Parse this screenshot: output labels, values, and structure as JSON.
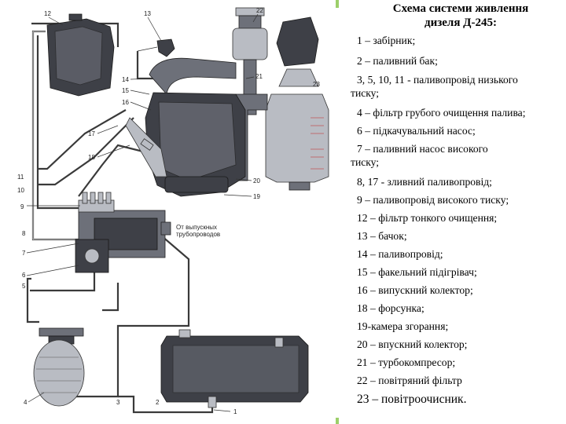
{
  "title": {
    "line1": "Схема системи   живлення",
    "line2": "дизеля Д-245:"
  },
  "legend": [
    {
      "first": "1 – забірник;",
      "rest": ""
    },
    {
      "first": "2 – паливний бак;",
      "rest": ""
    },
    {
      "first": "3, 5, 10, 11 - паливопровід низького",
      "rest": "тиску;"
    },
    {
      "first": "4 – фільтр грубого очищення палива;",
      "rest": ""
    },
    {
      "first": "6 – підкачувальний насос;",
      "rest": ""
    },
    {
      "first": "7 – паливний   насос   високого",
      "rest": "тиску;"
    },
    {
      "first": "8, 17 -  зливний паливопровід;",
      "rest": ""
    },
    {
      "first": "9 – паливопровід  високого тиску;",
      "rest": ""
    },
    {
      "first": "12 – фільтр тонкого очищення;",
      "rest": ""
    },
    {
      "first": "13 – бачок;",
      "rest": ""
    },
    {
      "first": "14 – паливопровід;",
      "rest": ""
    },
    {
      "first": "15 – факельний підігрівач;",
      "rest": ""
    },
    {
      "first": "16 – випускний колектор;",
      "rest": ""
    },
    {
      "first": "18 – форсунка;",
      "rest": ""
    },
    {
      "first": "19-камера згорання;",
      "rest": ""
    },
    {
      "first": "20 – впускний колектор;",
      "rest": ""
    },
    {
      "first": "21 – турбокомпресор;",
      "rest": ""
    },
    {
      "first": "22 –  повітряний фільтр",
      "rest": ""
    },
    {
      "first": "23 – повітроочисник.",
      "rest": ""
    }
  ],
  "callouts": [
    "1",
    "2",
    "3",
    "4",
    "5",
    "6",
    "7",
    "8",
    "9",
    "10",
    "11",
    "12",
    "13",
    "14",
    "15",
    "16",
    "17",
    "18",
    "19",
    "20",
    "21",
    "22",
    "23"
  ],
  "diagram_labels": {
    "outlet_line1": "От выпускных",
    "outlet_line2": "трубопроводов"
  }
}
